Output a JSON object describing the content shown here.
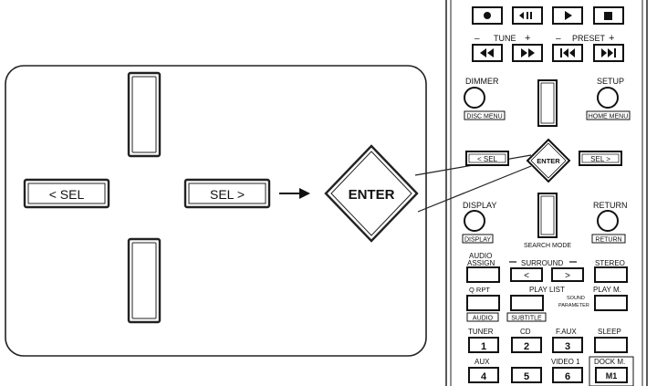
{
  "callout": {
    "sel_left_label": "< SEL",
    "sel_right_label": "SEL >",
    "enter_label": "ENTER"
  },
  "remote": {
    "transport": {
      "tune_label": "TUNE",
      "preset_label": "PRESET",
      "minus": "–",
      "plus": "+"
    },
    "dimmer_label": "DIMMER",
    "disc_menu_label": "DISC MENU",
    "setup_label": "SETUP",
    "home_menu_label": "HOME MENU",
    "sel_left_label": "< SEL",
    "sel_right_label": "SEL >",
    "enter_label": "ENTER",
    "display_label": "DISPLAY",
    "display_sub_label": "DISPLAY",
    "return_label": "RETURN",
    "return_sub_label": "RETURN",
    "search_mode_label": "SEARCH MODE",
    "audio_assign_label_1": "AUDIO",
    "audio_assign_label_2": "ASSIGN",
    "surround_label": "SURROUND",
    "stereo_label": "STEREO",
    "surround_left": "<",
    "surround_right": ">",
    "q_rpt_label": "Q RPT",
    "play_list_label": "PLAY LIST",
    "play_m_label": "PLAY M.",
    "sound_param_label_1": "SOUND",
    "sound_param_label_2": "PARAMETER",
    "audio_label": "AUDIO",
    "subtitle_label": "SUBTITLE",
    "tuner_label": "TUNER",
    "cd_label": "CD",
    "faux_label": "F.AUX",
    "sleep_label": "SLEEP",
    "aux_label": "AUX",
    "video1_label": "VIDEO 1",
    "dock_m_label": "DOCK M.",
    "num_1": "1",
    "num_2": "2",
    "num_3": "3",
    "num_4": "4",
    "num_5": "5",
    "num_6": "6",
    "m1_label": "M1"
  }
}
